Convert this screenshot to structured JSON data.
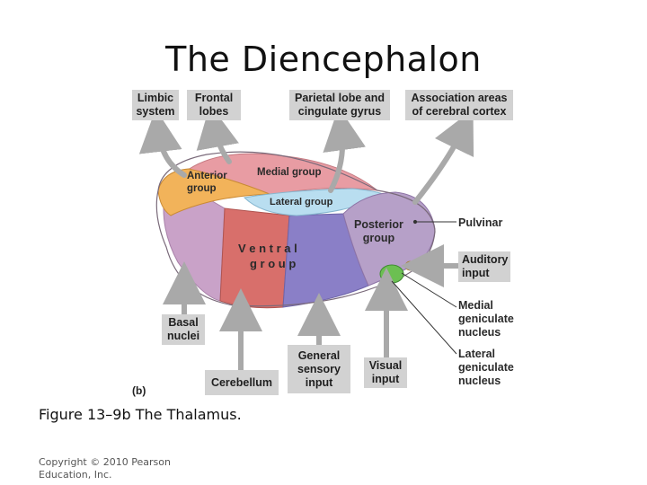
{
  "title": "The Diencephalon",
  "figure_label": "(b)",
  "caption": "Figure 13–9b The Thalamus.",
  "copyright": "Copyright © 2010 Pearson\nEducation, Inc.",
  "top_boxes": {
    "limbic": "Limbic\nsystem",
    "frontal": "Frontal\nlobes",
    "parietal": "Parietal lobe and\ncingulate gyrus",
    "association": "Association areas\nof cerebral cortex"
  },
  "bottom_boxes": {
    "basal": "Basal\nnuclei",
    "cerebellum": "Cerebellum",
    "general": "General\nsensory\ninput",
    "visual": "Visual\ninput"
  },
  "right_labels": {
    "pulvinar": "Pulvinar",
    "auditory": "Auditory\ninput",
    "medial_geniculate": "Medial\ngeniculate\nnucleus",
    "lateral_geniculate": "Lateral\ngeniculate\nnucleus"
  },
  "thalamus_labels": {
    "anterior": "Anterior\ngroup",
    "medial": "Medial group",
    "lateral": "Lateral group",
    "ventral_line1": "V e n t r a l",
    "ventral_line2": "g r o u p",
    "posterior": "Posterior\ngroup"
  },
  "colors": {
    "box_fill": "#d2d2d2",
    "arrow": "#a9a9a9",
    "anterior_group": "#f2b35a",
    "medial_group": "#e89ca3",
    "lateral_group": "#b9def0",
    "ventral_left": "#c9a2c8",
    "ventral_mid": "#d86f6b",
    "ventral_right": "#8a7fc7",
    "posterior_group": "#b6a0c8",
    "geniculate_medial": "#6cbf52"
  }
}
